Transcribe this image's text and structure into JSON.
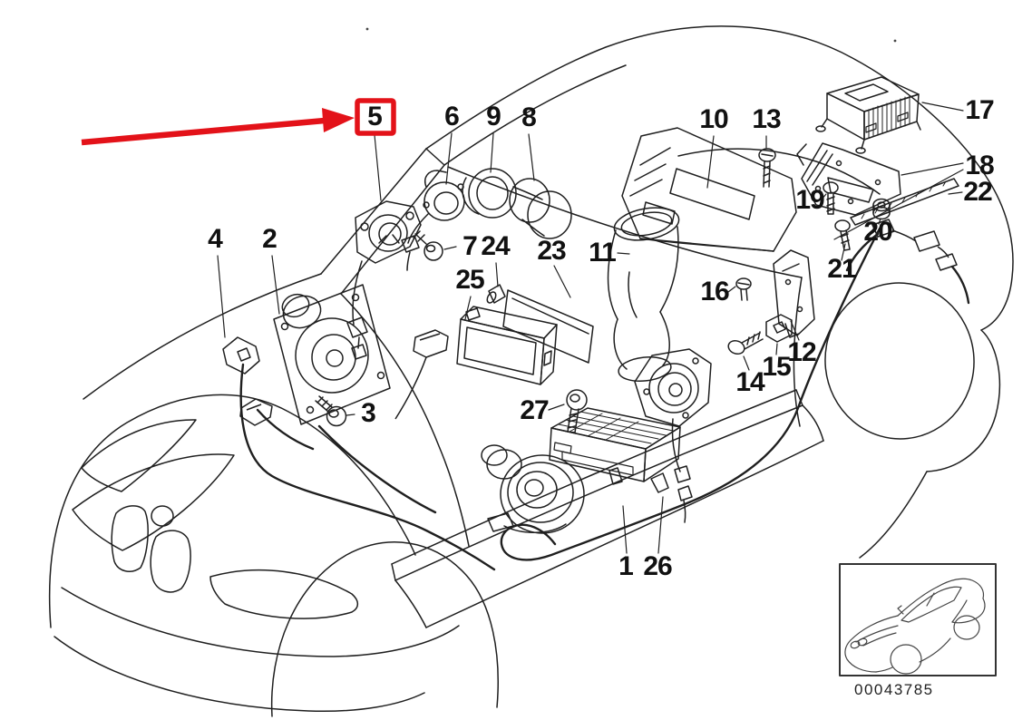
{
  "diagram": {
    "kind": "exploded-parts-line-drawing",
    "colors": {
      "background": "#ffffff",
      "line": "#1f1f1f",
      "label_text": "#111111",
      "highlight_red": "#e31219"
    }
  },
  "highlight": {
    "part": "5",
    "color": "#e31219"
  },
  "labels": {
    "p1": "1",
    "p2": "2",
    "p3": "3",
    "p4": "4",
    "p5": "5",
    "p6": "6",
    "p7": "7",
    "p8": "8",
    "p9": "9",
    "p10": "10",
    "p11": "11",
    "p12": "12",
    "p13": "13",
    "p14": "14",
    "p15": "15",
    "p16": "16",
    "p17": "17",
    "p18": "18",
    "p19": "19",
    "p20": "20",
    "p21": "21",
    "p22": "22",
    "p23": "23",
    "p24": "24",
    "p25": "25",
    "p26": "26",
    "p27": "27"
  },
  "inset": {
    "code": "00043785"
  }
}
